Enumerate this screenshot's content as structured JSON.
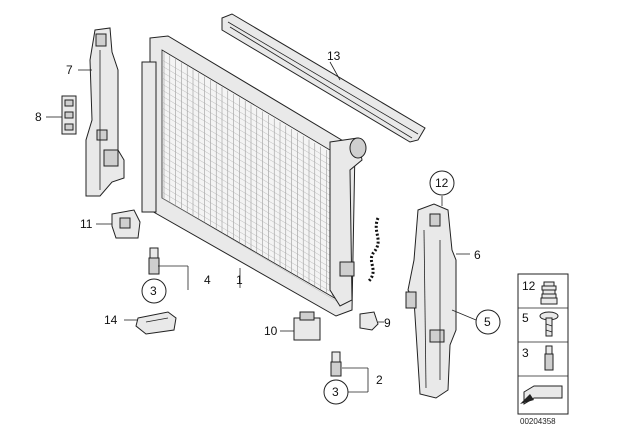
{
  "callouts": {
    "c1": "1",
    "c2": "2",
    "c3a": "3",
    "c3b": "3",
    "c4": "4",
    "c5": "5",
    "c6": "6",
    "c7": "7",
    "c8": "8",
    "c9": "9",
    "c10": "10",
    "c11": "11",
    "c12": "12",
    "c13": "13",
    "c14": "14"
  },
  "legend": {
    "l12": "12",
    "l5": "5",
    "l3": "3"
  },
  "diagram_number": "00204358"
}
